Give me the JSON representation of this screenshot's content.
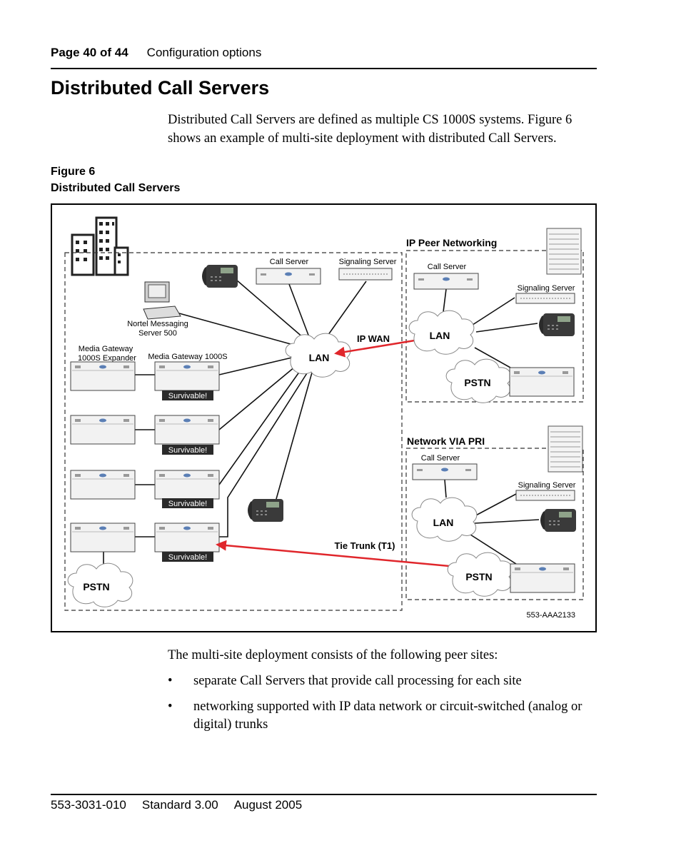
{
  "header": {
    "page": "Page 40 of 44",
    "section": "Configuration options"
  },
  "title": "Distributed Call Servers",
  "intro": "Distributed Call Servers are defined as multiple CS 1000S systems. Figure 6 shows an example of multi-site deployment with distributed Call Servers.",
  "figure_caption": {
    "number": "Figure 6",
    "title": "Distributed Call Servers"
  },
  "diagram": {
    "main_site": {
      "call_server": "Call Server",
      "signaling_server": "Signaling Server",
      "messaging": [
        "Nortel Messaging",
        "Server 500"
      ],
      "expander": [
        "Media Gateway",
        "1000S Expander"
      ],
      "gateway": "Media Gateway 1000S",
      "survivable": "Survivable!",
      "lan": "LAN",
      "pstn": "PSTN"
    },
    "ip_wan": "IP WAN",
    "tie_trunk": "Tie Trunk (T1)",
    "ip_peer": {
      "title": "IP Peer Networking",
      "call_server": "Call Server",
      "signaling_server": "Signaling Server",
      "lan": "LAN",
      "pstn": "PSTN"
    },
    "pri": {
      "title": "Network VIA PRI",
      "call_server": "Call Server",
      "signaling_server": "Signaling Server",
      "lan": "LAN",
      "pstn": "PSTN"
    },
    "figure_id": "553-AAA2133",
    "colors": {
      "arrow": "#e0262b",
      "device": "#f2f2f2",
      "device_edge": "#444444",
      "phone": "#2b2b2b"
    }
  },
  "body": {
    "lead": "The multi-site deployment consists of the following peer sites:",
    "bullet_char": "•",
    "bullets": [
      "separate Call Servers that provide call processing for each site",
      "networking supported with IP data network or circuit-switched (analog or digital) trunks"
    ]
  },
  "footer": {
    "doc": "553-3031-010",
    "standard": "Standard 3.00",
    "date": "August 2005"
  }
}
